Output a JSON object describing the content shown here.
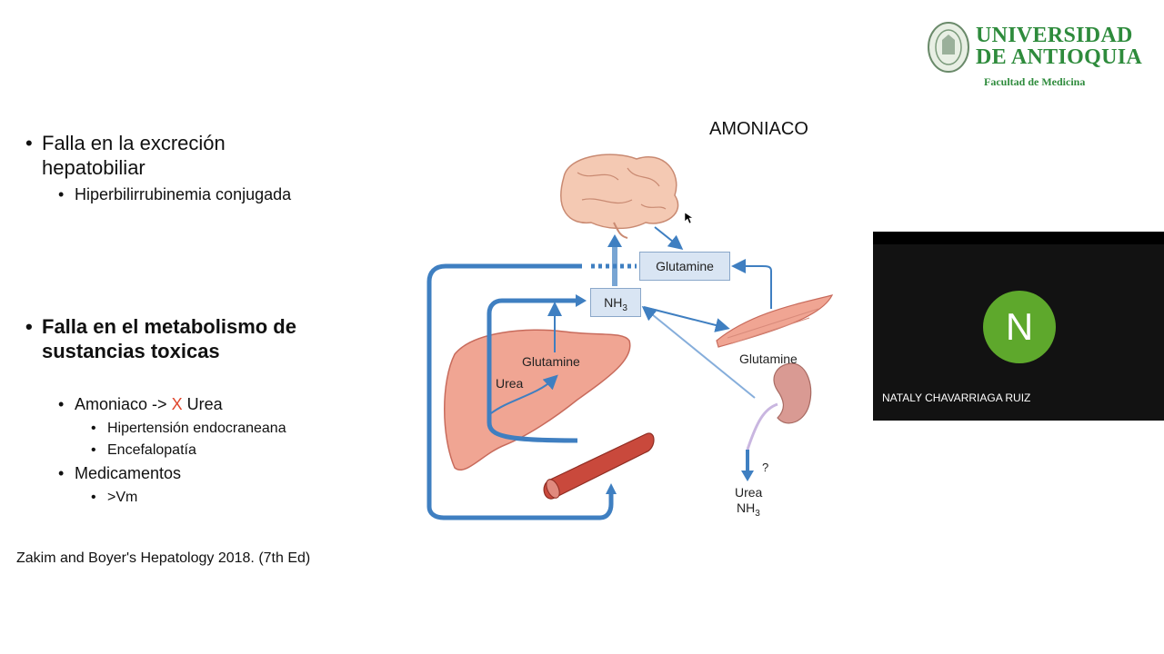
{
  "logo": {
    "line1": "UNIVERSIDAD",
    "line2": "DE ANTIOQUIA",
    "subtitle": "Facultad de Medicina",
    "color": "#2e8b3c"
  },
  "bullets": {
    "item1": "Falla en la excreción",
    "item1_cont": "hepatobiliar",
    "item1_sub": "Hiperbilirrubinemia conjugada",
    "item2": "Falla en el metabolismo de",
    "item2_cont": "sustancias toxicas",
    "amoniaco_prefix": "Amoniaco ->",
    "amoniaco_x": "X",
    "amoniaco_suffix": "Urea",
    "sub_hipertension": "Hipertensión endocraneana",
    "sub_encefalopatia": "Encefalopatía",
    "medicamentos": "Medicamentos",
    "sub_vm": ">Vm"
  },
  "diagram": {
    "title": "AMONIACO",
    "glutamine_top": "Glutamine",
    "nh3_main": "NH",
    "nh3_sub": "3",
    "liver_glutamine": "Glutamine",
    "liver_urea": "Urea",
    "muscle_glutamine": "Glutamine",
    "kidney_question": "?",
    "kidney_urea": "Urea",
    "kidney_nh3_main": "NH",
    "kidney_nh3_sub": "3",
    "arrow_color": "#3f7fc1"
  },
  "video": {
    "initial": "N",
    "participant_name": "NATALY CHAVARRIAGA RUIZ",
    "avatar_color": "#5ea82c"
  },
  "citation": "Zakim and Boyer's Hepatology 2018. (7th Ed)"
}
